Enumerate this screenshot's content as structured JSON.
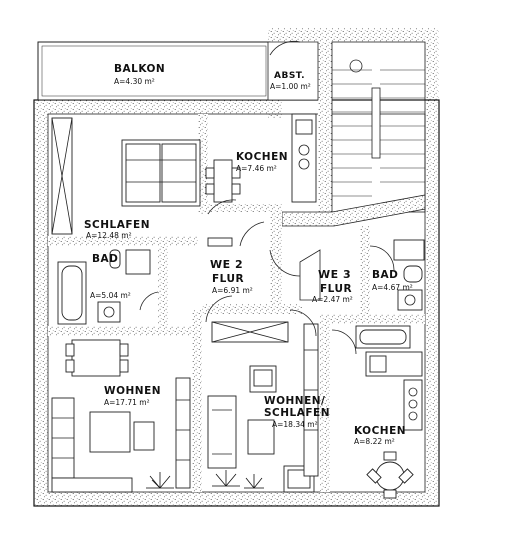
{
  "plan": {
    "units": [
      {
        "key": "we2",
        "label": "WE 2"
      },
      {
        "key": "we3",
        "label": "WE 3"
      }
    ],
    "rooms": {
      "balkon": {
        "name": "BALKON",
        "area": "A=4.30 m²"
      },
      "abst": {
        "name": "ABST.",
        "area": "A=1.00 m²"
      },
      "kochen2": {
        "name": "KOCHEN",
        "area": "A=7.46 m²"
      },
      "schlafen": {
        "name": "SCHLAFEN",
        "area": "A=12.48 m²"
      },
      "bad2": {
        "name": "BAD",
        "area": "A=5.04 m²"
      },
      "flur2": {
        "name": "FLUR",
        "area": "A=6.91 m²"
      },
      "wohnen": {
        "name": "WOHNEN",
        "area": "A=17.71 m²"
      },
      "flur3": {
        "name": "FLUR",
        "area": "A=2.47 m²"
      },
      "bad3": {
        "name": "BAD",
        "area": "A=4.67 m²"
      },
      "wohnschl": {
        "name": "WOHNEN/",
        "name2": "SCHLAFEN",
        "area": "A=18.34 m²"
      },
      "kochen3": {
        "name": "KOCHEN",
        "area": "A=8.22 m²"
      }
    }
  }
}
